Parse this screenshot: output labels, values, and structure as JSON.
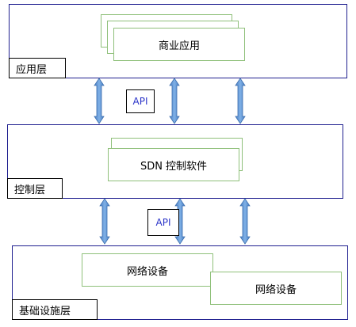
{
  "layers": {
    "application": {
      "label": "应用层",
      "box": "商业应用"
    },
    "control": {
      "label": "控制层",
      "box": "SDN 控制软件"
    },
    "infrastructure": {
      "label": "基础设施层",
      "box_1": "网络设备",
      "box_2": "网络设备"
    }
  },
  "interfaces": {
    "upper": "API",
    "lower": "API"
  },
  "colors": {
    "layer_border": "#1f1f8f",
    "box_border": "#8fc07a",
    "arrow_fill": "#5b8fd0",
    "api_text": "#2a33c8"
  }
}
